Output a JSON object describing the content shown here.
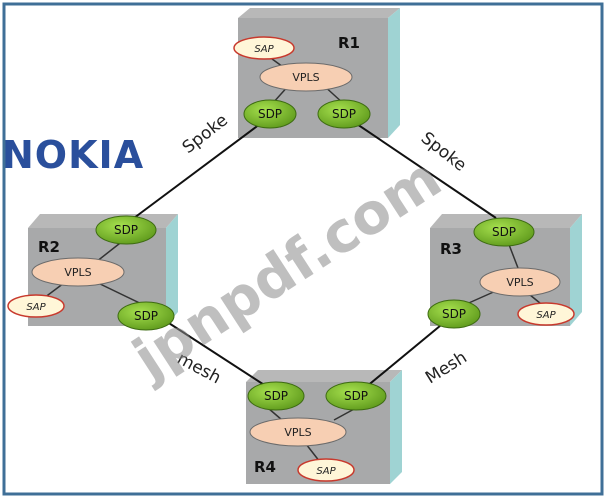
{
  "branding": {
    "logo_text": "NOKIA",
    "watermark_text": "jpnpdf.com",
    "logo_color": "#2a4f9c",
    "watermark_color": "#8c8c8c"
  },
  "colors": {
    "frame": "#3f6f97",
    "box_face": "#a8a9aa",
    "box_side": "#9fd3d3",
    "box_top": "#b8b8b8",
    "sdp_fill": "#7cb928",
    "sdp_stroke": "#3d6b12",
    "vpls_fill": "#f7cfb3",
    "vpls_stroke": "#6b6b6b",
    "sap_fill": "#fff6d8",
    "sap_stroke": "#c8392d"
  },
  "routers": [
    {
      "name": "R1"
    },
    {
      "name": "R2"
    },
    {
      "name": "R3"
    },
    {
      "name": "R4"
    }
  ],
  "labels": {
    "sdp": "SDP",
    "vpls": "VPLS",
    "sap": "SAP"
  },
  "links": [
    {
      "label": "Spoke"
    },
    {
      "label": "Spoke"
    },
    {
      "label": "mesh"
    },
    {
      "label": "Mesh"
    }
  ]
}
